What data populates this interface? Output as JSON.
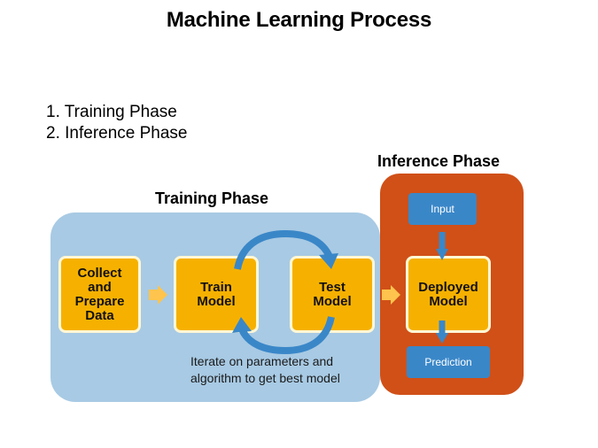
{
  "title": "Machine Learning Process",
  "phases_list": [
    "1. Training  Phase",
    "2. Inference Phase"
  ],
  "training_phase": {
    "heading": "Training  Phase",
    "steps": [
      "Collect and Prepare Data",
      "Train Model",
      "Test Model"
    ],
    "step_lines": {
      "collect": [
        "Collect",
        "and",
        "Prepare",
        "Data"
      ],
      "train": [
        "Train",
        "Model"
      ],
      "test": [
        "Test",
        "Model"
      ]
    },
    "iterate_note": [
      "Iterate  on parameters and",
      "algorithm to get best model"
    ]
  },
  "inference_phase": {
    "heading": "Inference Phase",
    "input_label": "Input",
    "deployed_lines": [
      "Deployed",
      "Model"
    ],
    "prediction_label": "Prediction"
  },
  "colors": {
    "training_panel": "#a8cae4",
    "inference_panel": "#d05018",
    "step_box": "#f6b100",
    "blue_box": "#3a87c8",
    "flow_arrow": "#ffc44d",
    "cycle_arrow": "#3a87c8"
  }
}
